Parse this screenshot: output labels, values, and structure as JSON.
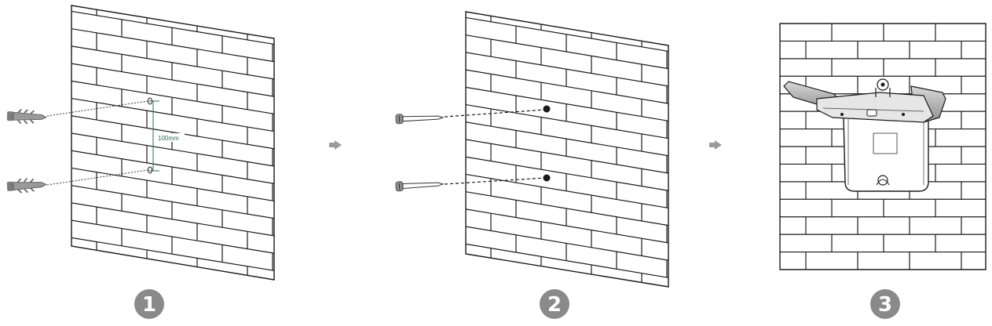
{
  "steps": [
    {
      "number": "1",
      "dimension_label": "100mm"
    },
    {
      "number": "2"
    },
    {
      "number": "3"
    }
  ],
  "colors": {
    "line": "#1a1a1a",
    "dimension": "#2e6b5e",
    "arrow": "#9a9a9a",
    "badge": "#8a8a8a",
    "anchor": "#8c8c8c",
    "bracket": "#9d9d9d"
  },
  "icons": {
    "anchor": "wall-plug-anchor-icon",
    "screw": "screw-icon",
    "arrow": "step-arrow-icon",
    "bracket": "wall-mount-bracket-icon"
  }
}
